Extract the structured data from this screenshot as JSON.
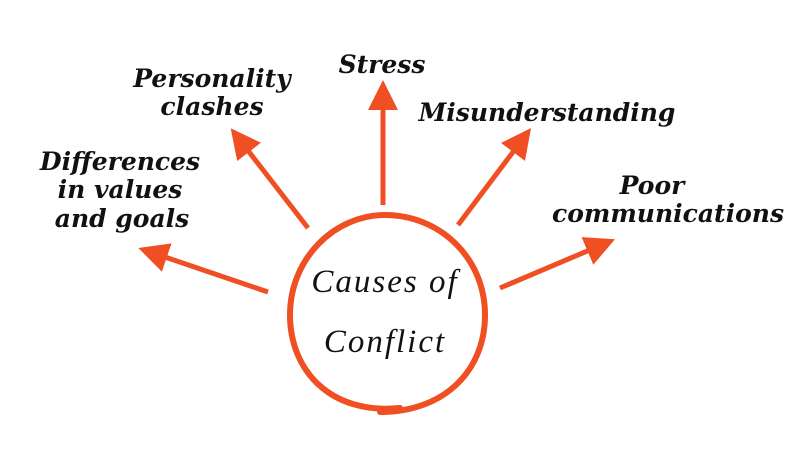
{
  "center": {
    "line1": "Causes of",
    "line2": "Conflict"
  },
  "causes": [
    {
      "lines": [
        "Differences",
        "in values",
        "and goals"
      ]
    },
    {
      "lines": [
        "Personality",
        "clashes"
      ]
    },
    {
      "lines": [
        "Stress"
      ]
    },
    {
      "lines": [
        "Misunderstanding"
      ]
    },
    {
      "lines": [
        "Poor",
        "communications"
      ]
    }
  ],
  "colors": {
    "accent": "#f04e23",
    "text": "#111111"
  }
}
